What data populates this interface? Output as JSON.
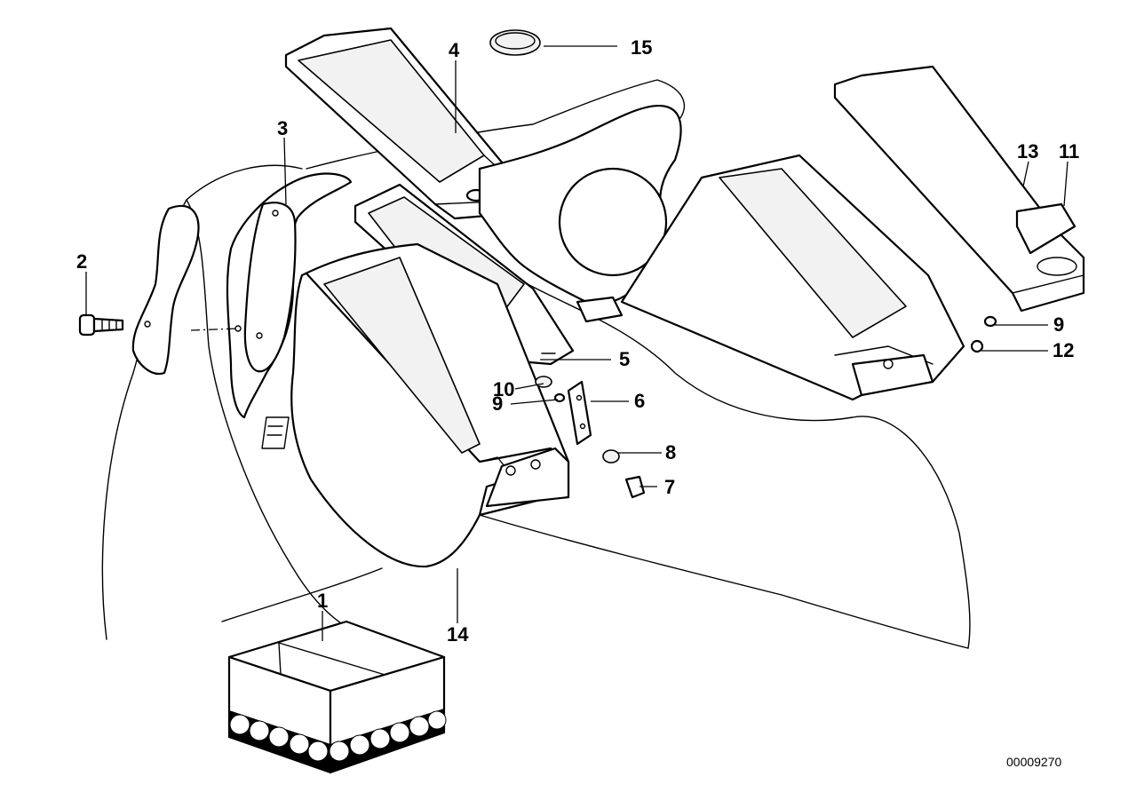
{
  "diagram": {
    "reference_number": "00009270",
    "callouts": [
      "1",
      "2",
      "3",
      "4",
      "5",
      "6",
      "7",
      "8",
      "9",
      "9",
      "10",
      "11",
      "12",
      "13",
      "14",
      "15"
    ]
  },
  "colors": {
    "line": "#000000",
    "background": "#ffffff",
    "shade": "#f2f2f2"
  }
}
